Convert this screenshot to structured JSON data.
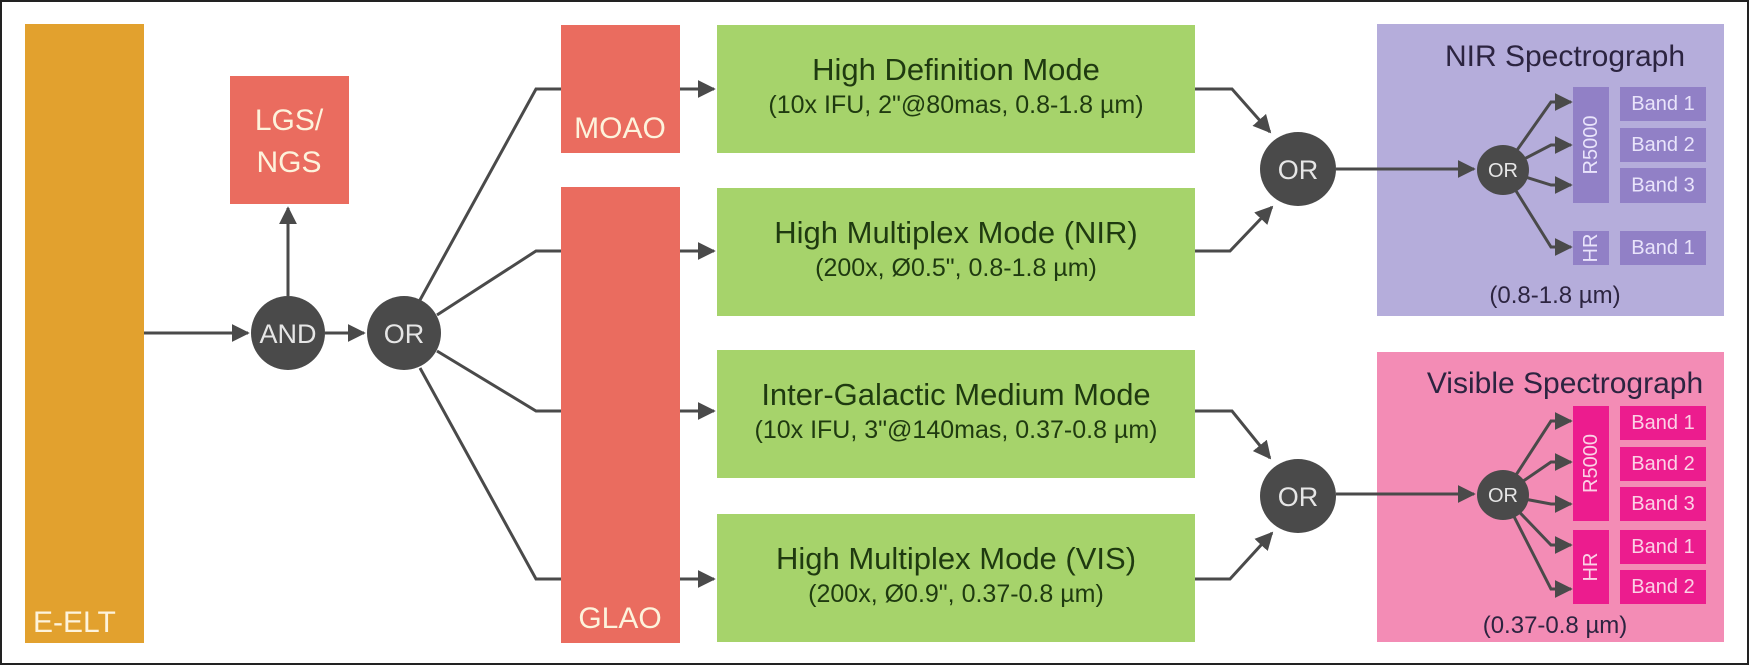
{
  "colors": {
    "telescope": "#E2A12E",
    "ao": "#EA6C5F",
    "mode": "#A6D36B",
    "logic": "#4A4A4A",
    "nir_bg": "#B5ADDB",
    "nir_dark": "#9180C6",
    "vis_bg": "#F38CB5",
    "vis_dark": "#EC1C8E"
  },
  "telescope": {
    "label": "E-ELT"
  },
  "guide_stars": {
    "line1": "LGS/",
    "line2": "NGS"
  },
  "logic": {
    "and": "AND",
    "or": "OR"
  },
  "ao_systems": {
    "moao": "MOAO",
    "glao": "GLAO"
  },
  "modes": [
    {
      "title": "High Definition Mode",
      "detail": "(10x IFU, 2\"@80mas, 0.8-1.8 µm)"
    },
    {
      "title": "High Multiplex Mode (NIR)",
      "detail": "(200x, Ø0.5\", 0.8-1.8 µm)"
    },
    {
      "title": "Inter-Galactic Medium Mode",
      "detail": "(10x IFU, 3\"@140mas, 0.37-0.8 µm)"
    },
    {
      "title": "High Multiplex Mode (VIS)",
      "detail": "(200x, Ø0.9\", 0.37-0.8 µm)"
    }
  ],
  "spectrographs": {
    "nir": {
      "title": "NIR Spectrograph",
      "range": "(0.8-1.8 µm)",
      "r5000": "R5000",
      "hr": "HR",
      "r5000_bands": [
        "Band 1",
        "Band 2",
        "Band 3"
      ],
      "hr_bands": [
        "Band 1"
      ]
    },
    "vis": {
      "title": "Visible Spectrograph",
      "range": "(0.37-0.8 µm)",
      "r5000": "R5000",
      "hr": "HR",
      "r5000_bands": [
        "Band 1",
        "Band 2",
        "Band 3"
      ],
      "hr_bands": [
        "Band 1",
        "Band 2"
      ]
    }
  }
}
